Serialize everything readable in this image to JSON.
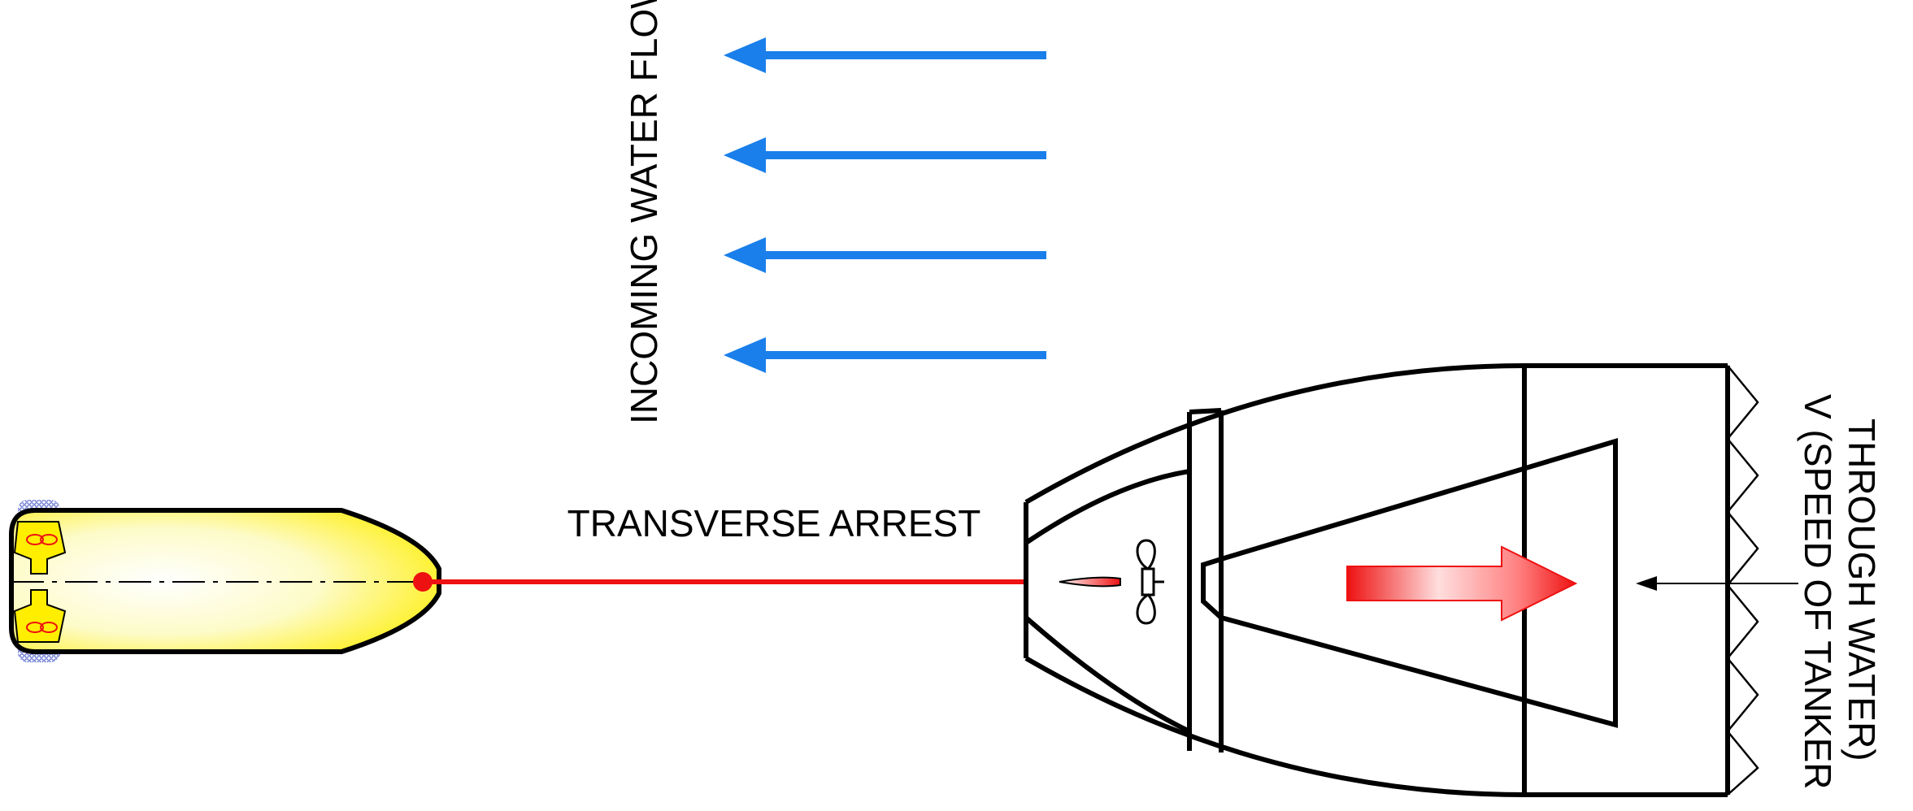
{
  "labels": {
    "flow": "INCOMING WATER FLOW",
    "arrest": "TRANSVERSE ARREST",
    "speed_line1": "V (SPEED OF TANKER",
    "speed_line2": "THROUGH WATER)"
  },
  "colors": {
    "flow_arrow": "#1a7fea",
    "towline": "#ee1111",
    "tug_fill_center": "#ffffff",
    "tug_fill_edge": "#ffee00",
    "fender": "#5566cc",
    "outline": "#000000"
  },
  "icons": {
    "tanker_propeller": "propeller-icon",
    "tug_propeller": "propeller-icon",
    "thrust_arrow": "arrow-right-icon",
    "speed_arrow": "arrow-left-icon"
  }
}
